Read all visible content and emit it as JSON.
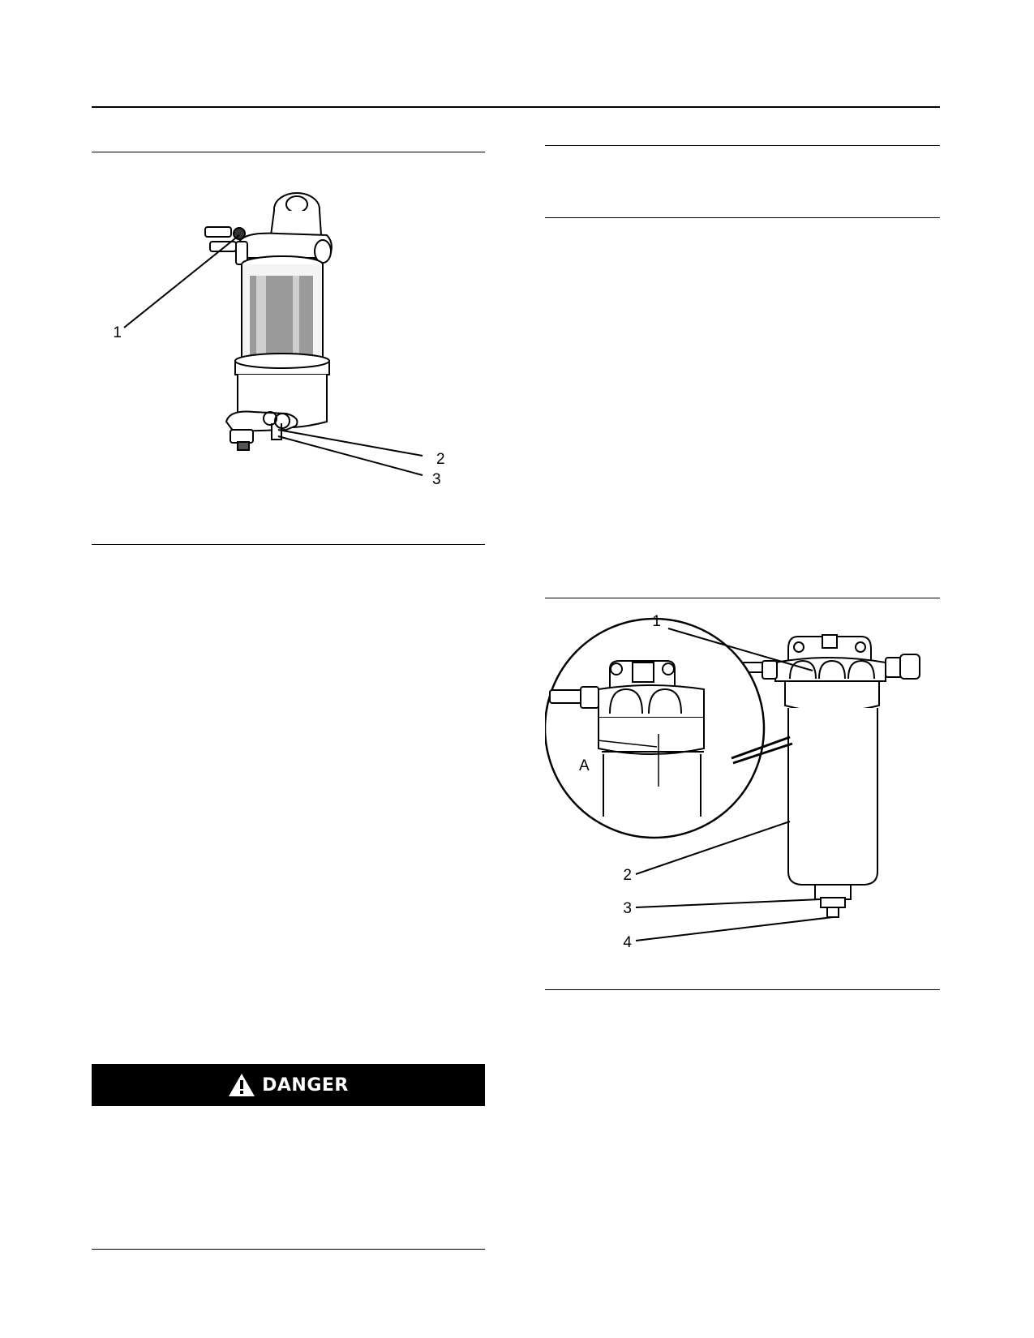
{
  "figure_left": {
    "callouts": [
      "1",
      "2",
      "3"
    ]
  },
  "figure_right": {
    "callouts": [
      "1",
      "2",
      "3",
      "4"
    ],
    "detail_label": "A"
  },
  "danger_banner": {
    "label": "DANGER",
    "icon": "warning-triangle-icon",
    "background": "#000000",
    "text_color": "#ffffff"
  }
}
